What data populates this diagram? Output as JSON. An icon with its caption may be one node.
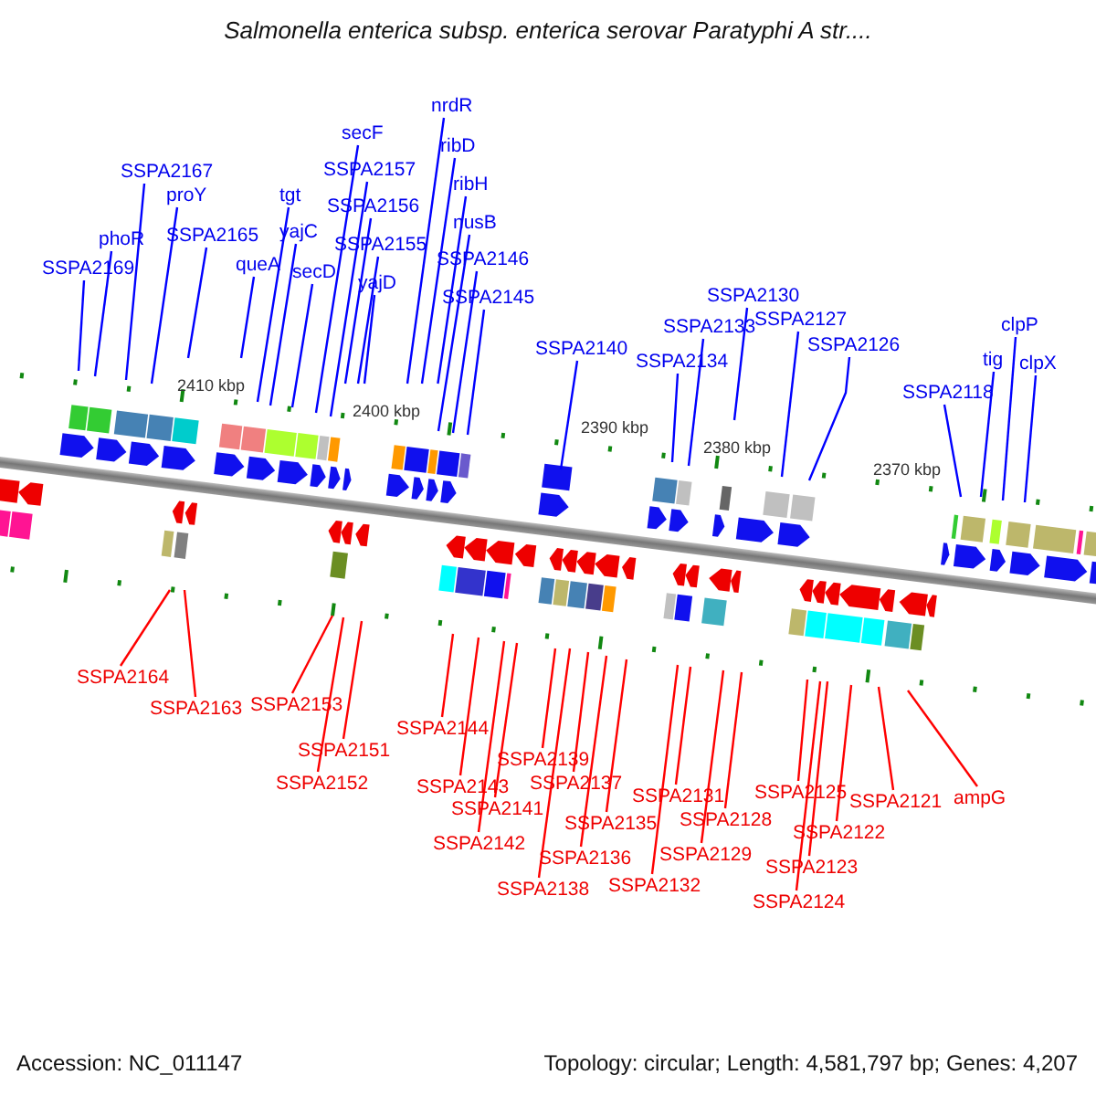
{
  "diagram": {
    "title": "Salmonella enterica subsp. enterica serovar Paratyphi A str....",
    "nodes": [
      {
        "text": [
          "SSPA2169"
        ]
      },
      {
        "text": [
          "phoR"
        ]
      },
      {
        "text": [
          "SSPA2167"
        ]
      },
      {
        "text": [
          "proY"
        ]
      },
      {
        "text": [
          "SSPA2165"
        ]
      },
      {
        "text": [
          "queA"
        ]
      },
      {
        "text": [
          "tgt"
        ]
      },
      {
        "text": [
          "yajC"
        ]
      },
      {
        "text": [
          "secD"
        ]
      },
      {
        "text": [
          "secF"
        ]
      },
      {
        "text": [
          "SSPA2157"
        ]
      },
      {
        "text": [
          "SSPA2156"
        ]
      },
      {
        "text": [
          "SSPA2155"
        ]
      },
      {
        "text": [
          "yajD"
        ]
      },
      {
        "text": [
          "nrdR"
        ]
      },
      {
        "text": [
          "ribD"
        ]
      },
      {
        "text": [
          "ribH"
        ]
      },
      {
        "text": [
          "nusB"
        ]
      },
      {
        "text": [
          "SSPA2146"
        ]
      },
      {
        "text": [
          "SSPA2145"
        ]
      },
      {
        "text": [
          "SSPA2140"
        ]
      },
      {
        "text": [
          "SSPA2134"
        ]
      },
      {
        "text": [
          "SSPA2133"
        ]
      },
      {
        "text": [
          "SSPA2130"
        ]
      },
      {
        "text": [
          "SSPA2127"
        ]
      },
      {
        "text": [
          "SSPA2126"
        ]
      },
      {
        "text": [
          "SSPA2118"
        ]
      },
      {
        "text": [
          "tig"
        ]
      },
      {
        "text": [
          "clpP"
        ]
      },
      {
        "text": [
          "clpX"
        ]
      },
      {
        "text": [
          "SSPA2164"
        ]
      },
      {
        "text": [
          "SSPA2163"
        ]
      },
      {
        "text": [
          "SSPA2153"
        ]
      },
      {
        "text": [
          "SSPA2151"
        ]
      },
      {
        "text": [
          "SSPA2152"
        ]
      },
      {
        "text": [
          "SSPA2144"
        ]
      },
      {
        "text": [
          "SSPA2143"
        ]
      },
      {
        "text": [
          "SSPA2141"
        ]
      },
      {
        "text": [
          "SSPA2142"
        ]
      },
      {
        "text": [
          "SSPA2139"
        ]
      },
      {
        "text": [
          "SSPA2137"
        ]
      },
      {
        "text": [
          "SSPA2135"
        ]
      },
      {
        "text": [
          "SSPA2136"
        ]
      },
      {
        "text": [
          "SSPA2138"
        ]
      },
      {
        "text": [
          "SSPA2131"
        ]
      },
      {
        "text": [
          "SSPA2128"
        ]
      },
      {
        "text": [
          "SSPA2129"
        ]
      },
      {
        "text": [
          "SSPA2132"
        ]
      },
      {
        "text": [
          "SSPA2125"
        ]
      },
      {
        "text": [
          "SSPA2121"
        ]
      },
      {
        "text": [
          "ampG"
        ]
      },
      {
        "text": [
          "SSPA2122"
        ]
      },
      {
        "text": [
          "SSPA2123"
        ]
      },
      {
        "text": [
          "SSPA2124"
        ]
      }
    ],
    "edges": [
      {
        "from": 0,
        "to": null,
        "arrow": "none"
      },
      {
        "from": 1,
        "to": null,
        "arrow": "none"
      },
      {
        "from": 2,
        "to": null,
        "arrow": "none"
      },
      {
        "from": 3,
        "to": null,
        "arrow": "none"
      },
      {
        "from": 4,
        "to": null,
        "arrow": "none"
      },
      {
        "from": 5,
        "to": null,
        "arrow": "none"
      },
      {
        "from": 6,
        "to": null,
        "arrow": "none"
      },
      {
        "from": 7,
        "to": null,
        "arrow": "none"
      },
      {
        "from": 8,
        "to": null,
        "arrow": "none"
      },
      {
        "from": 9,
        "to": null,
        "arrow": "none"
      },
      {
        "from": 10,
        "to": null,
        "arrow": "none"
      },
      {
        "from": 11,
        "to": null,
        "arrow": "none"
      },
      {
        "from": 12,
        "to": null,
        "arrow": "none"
      },
      {
        "from": 13,
        "to": null,
        "arrow": "none"
      },
      {
        "from": 14,
        "to": null,
        "arrow": "none"
      },
      {
        "from": 15,
        "to": null,
        "arrow": "none"
      },
      {
        "from": 16,
        "to": null,
        "arrow": "none"
      },
      {
        "from": 17,
        "to": null,
        "arrow": "none"
      },
      {
        "from": 18,
        "to": null,
        "arrow": "none"
      },
      {
        "from": 19,
        "to": null,
        "arrow": "none"
      },
      {
        "from": 20,
        "to": null,
        "arrow": "none"
      },
      {
        "from": 21,
        "to": null,
        "arrow": "none"
      },
      {
        "from": 22,
        "to": null,
        "arrow": "none"
      },
      {
        "from": 23,
        "to": null,
        "arrow": "none"
      },
      {
        "from": 24,
        "to": null,
        "arrow": "none"
      },
      {
        "from": 25,
        "to": null,
        "arrow": "none"
      },
      {
        "from": 26,
        "to": null,
        "arrow": "none"
      },
      {
        "from": 27,
        "to": null,
        "arrow": "none"
      },
      {
        "from": 28,
        "to": null,
        "arrow": "none"
      },
      {
        "from": 29,
        "to": null,
        "arrow": "none"
      },
      {
        "from": 30,
        "to": null,
        "arrow": "none",
        "color": "#ff0000"
      },
      {
        "from": 31,
        "to": null,
        "arrow": "none",
        "color": "#ff0000"
      },
      {
        "from": 32,
        "to": null,
        "arrow": "none",
        "color": "#ff0000"
      },
      {
        "from": 33,
        "to": null,
        "arrow": "none",
        "color": "#ff0000"
      },
      {
        "from": 34,
        "to": null,
        "arrow": "none",
        "color": "#ff0000"
      },
      {
        "from": 35,
        "to": null,
        "arrow": "none",
        "color": "#ff0000"
      },
      {
        "from": 36,
        "to": null,
        "arrow": "none",
        "color": "#ff0000"
      },
      {
        "from": 37,
        "to": null,
        "arrow": "none",
        "color": "#ff0000"
      },
      {
        "from": 38,
        "to": null,
        "arrow": "none",
        "color": "#ff0000"
      },
      {
        "from": 39,
        "to": null,
        "arrow": "none",
        "color": "#ff0000"
      },
      {
        "from": 40,
        "to": null,
        "arrow": "none",
        "color": "#ff0000"
      },
      {
        "from": 41,
        "to": null,
        "arrow": "none",
        "color": "#ff0000"
      },
      {
        "from": 42,
        "to": null,
        "arrow": "none",
        "color": "#ff0000"
      },
      {
        "from": 43,
        "to": null,
        "arrow": "none",
        "color": "#ff0000"
      },
      {
        "from": 44,
        "to": null,
        "arrow": "none",
        "color": "#ff0000"
      },
      {
        "from": 45,
        "to": null,
        "arrow": "none",
        "color": "#ff0000"
      },
      {
        "from": 46,
        "to": null,
        "arrow": "none",
        "color": "#ff0000"
      },
      {
        "from": 47,
        "to": null,
        "arrow": "none",
        "color": "#ff0000"
      },
      {
        "from": 48,
        "to": null,
        "arrow": "none",
        "color": "#ff0000"
      },
      {
        "from": 49,
        "to": null,
        "arrow": "none",
        "color": "#ff0000"
      },
      {
        "from": 50,
        "to": null,
        "arrow": "none",
        "color": "#ff0000"
      },
      {
        "from": 51,
        "to": null,
        "arrow": "none",
        "color": "#ff0000"
      },
      {
        "from": 52,
        "to": null,
        "arrow": "none",
        "color": "#ff0000"
      },
      {
        "from": 53,
        "to": null,
        "arrow": "none",
        "color": "#ff0000"
      }
    ],
    "labels": [
      "2410 kbp",
      "2400 kbp",
      "2390 kbp",
      "2380 kbp",
      "2370 kbp",
      "Accession: NC_011147",
      "Topology: circular; Length: 4,581,797 bp; Genes: 4,207"
    ]
  }
}
